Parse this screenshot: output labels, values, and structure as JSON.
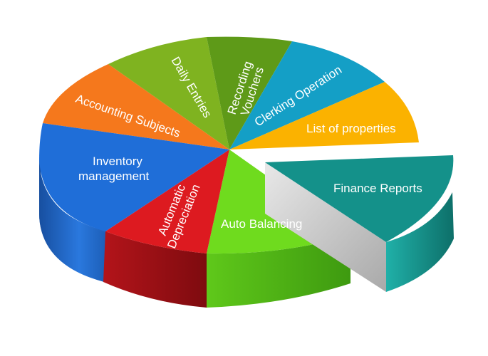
{
  "segments": [
    {
      "id": "accounting-subjects",
      "lines": [
        "Accounting Subjects"
      ],
      "color": "#f5781c",
      "side": "#c25a10"
    },
    {
      "id": "daily-entries",
      "lines": [
        "Daily Entries"
      ],
      "color": "#7fb320",
      "side": "#5b8616"
    },
    {
      "id": "recording-vouchers",
      "lines": [
        "Recording",
        "Vouchers"
      ],
      "color": "#5e9a18",
      "side": "#437010"
    },
    {
      "id": "clerking-operation",
      "lines": [
        "Clerking Operation"
      ],
      "color": "#149fc6",
      "side": "#0d7391"
    },
    {
      "id": "list-of-properties",
      "lines": [
        "List of properties"
      ],
      "color": "#fbb200",
      "side": "#c88a00"
    },
    {
      "id": "finance-reports",
      "lines": [
        "Finance Reports"
      ],
      "color": "#14918a",
      "side": "#0f6f6a"
    },
    {
      "id": "auto-balancing",
      "lines": [
        "Auto Balancing"
      ],
      "color": "#6fdb1e",
      "side": "#4fae14"
    },
    {
      "id": "automatic-depreciation",
      "lines": [
        "Automatic",
        "Depreciation"
      ],
      "color": "#dd1a20",
      "side": "#9e0f13"
    },
    {
      "id": "inventory-management",
      "lines": [
        "Inventory",
        "management"
      ],
      "color": "#1f6ed8",
      "side": "#15509f"
    }
  ]
}
